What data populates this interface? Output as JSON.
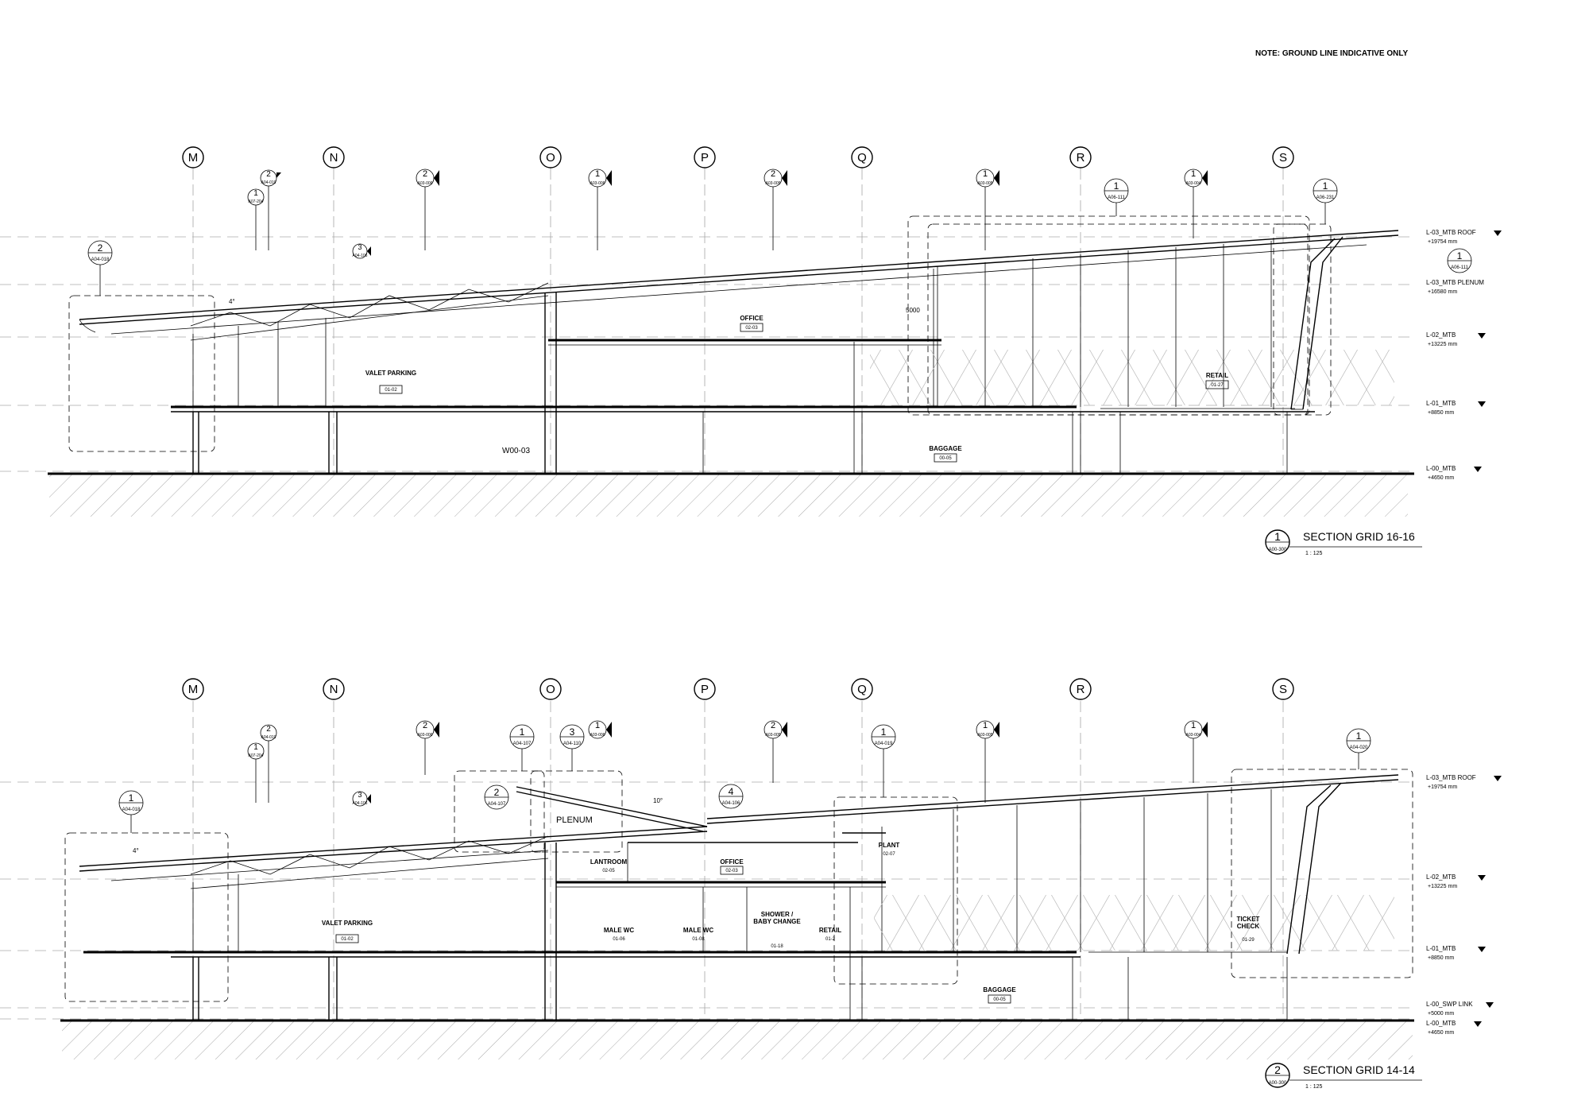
{
  "note": "NOTE: GROUND LINE INDICATIVE ONLY",
  "grid_labels": [
    "M",
    "N",
    "O",
    "P",
    "Q",
    "R",
    "S"
  ],
  "sections": [
    {
      "title": "SECTION GRID 16-16",
      "tag_number": "1",
      "tag_sheet": "A00-300",
      "scale": "1 : 125",
      "levels": [
        {
          "name": "L-03_MTB ROOF",
          "elev": "+19754 mm"
        },
        {
          "name": "L-03_MTB PLENUM",
          "elev": "+16580 mm"
        },
        {
          "name": "L-02_MTB",
          "elev": "+13225 mm"
        },
        {
          "name": "L-01_MTB",
          "elev": "+8850 mm"
        },
        {
          "name": "L-00_MTB",
          "elev": "+4650 mm"
        }
      ],
      "rooms": [
        {
          "name": "VALET PARKING",
          "num": "01-02"
        },
        {
          "name": "OFFICE",
          "num": "02-03"
        },
        {
          "name": "RETAIL",
          "num": "01-27"
        },
        {
          "name": "BAGGAGE",
          "num": "00-05"
        }
      ],
      "wall_tag": "W00-03",
      "dim": "5000",
      "angle": "4°",
      "callouts": [
        {
          "num": "2",
          "sheet": "A04-018"
        },
        {
          "num": "1",
          "sheet": "A06-111"
        },
        {
          "num": "1",
          "sheet": "A06-231"
        },
        {
          "num": "1",
          "sheet": "A06-111"
        }
      ],
      "markers": [
        {
          "num": "2",
          "sheet": "A04-019"
        },
        {
          "num": "1",
          "sheet": "A07-204"
        },
        {
          "num": "2",
          "sheet": "A03-006"
        },
        {
          "num": "1",
          "sheet": "A03-006"
        },
        {
          "num": "2",
          "sheet": "A03-005"
        },
        {
          "num": "1",
          "sheet": "A03-005"
        },
        {
          "num": "1",
          "sheet": "A03-004"
        },
        {
          "num": "3",
          "sheet": "A04-106"
        }
      ]
    },
    {
      "title": "SECTION GRID 14-14",
      "tag_number": "2",
      "tag_sheet": "A00-300",
      "scale": "1 : 125",
      "levels": [
        {
          "name": "L-03_MTB ROOF",
          "elev": "+19754 mm"
        },
        {
          "name": "L-02_MTB",
          "elev": "+13225 mm"
        },
        {
          "name": "L-01_MTB",
          "elev": "+8850 mm"
        },
        {
          "name": "L-00_SWP LINK",
          "elev": "+5000 mm"
        },
        {
          "name": "L-00_MTB",
          "elev": "+4650 mm"
        }
      ],
      "rooms": [
        {
          "name": "VALET PARKING",
          "num": "01-02"
        },
        {
          "name": "PLENUM",
          "num": ""
        },
        {
          "name": "LANTROOM",
          "num": "02-05"
        },
        {
          "name": "OFFICE",
          "num": "02-03"
        },
        {
          "name": "PLANT",
          "num": "02-07"
        },
        {
          "name": "MALE WC",
          "num": "01-06"
        },
        {
          "name": "MALE WC",
          "num": "01-08"
        },
        {
          "name": "SHOWER / BABY CHANGE",
          "num": "01-18"
        },
        {
          "name": "RETAIL",
          "num": "01-2"
        },
        {
          "name": "TICKET CHECK",
          "num": "01-29"
        },
        {
          "name": "BAGGAGE",
          "num": "00-05"
        }
      ],
      "angle": "4°",
      "angle2": "10°",
      "callouts": [
        {
          "num": "1",
          "sheet": "A04-018"
        },
        {
          "num": "1",
          "sheet": "A04-107"
        },
        {
          "num": "3",
          "sheet": "A04-110"
        },
        {
          "num": "2",
          "sheet": "A04-107"
        },
        {
          "num": "4",
          "sheet": "A04-106"
        },
        {
          "num": "1",
          "sheet": "A04-019"
        },
        {
          "num": "1",
          "sheet": "A04-020"
        }
      ],
      "markers": [
        {
          "num": "2",
          "sheet": "A04-019"
        },
        {
          "num": "1",
          "sheet": "A07-204"
        },
        {
          "num": "2",
          "sheet": "A03-006"
        },
        {
          "num": "1",
          "sheet": "A03-006"
        },
        {
          "num": "2",
          "sheet": "A03-005"
        },
        {
          "num": "1",
          "sheet": "A03-005"
        },
        {
          "num": "1",
          "sheet": "A03-004"
        },
        {
          "num": "3",
          "sheet": "A04-106"
        }
      ]
    }
  ]
}
